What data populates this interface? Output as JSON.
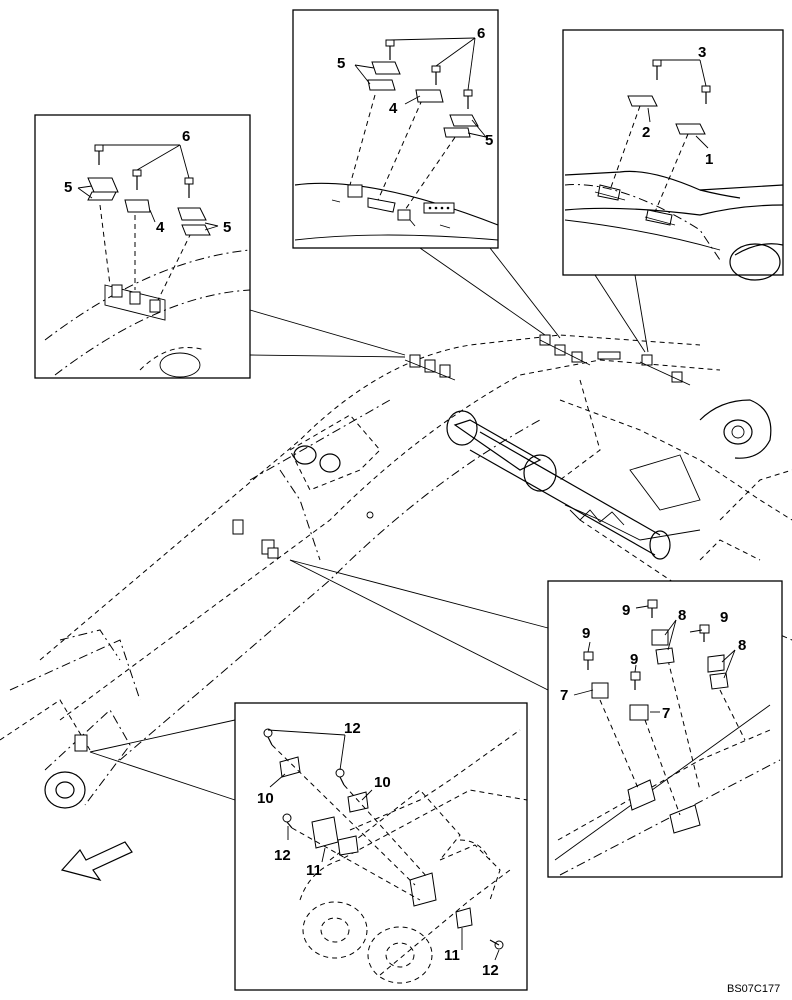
{
  "figure_code": "BS07C177",
  "callouts": {
    "top_left": [
      "6",
      "5",
      "4",
      "5"
    ],
    "top_center": [
      "6",
      "5",
      "4",
      "5"
    ],
    "top_right": [
      "3",
      "2",
      "1"
    ],
    "lower_right": [
      "9",
      "8",
      "9",
      "9",
      "8",
      "9",
      "7",
      "7",
      "8"
    ],
    "lower_center": [
      "12",
      "10",
      "10",
      "12",
      "11",
      "11",
      "12"
    ]
  },
  "icons": {
    "direction": "front-direction-arrow-icon"
  }
}
